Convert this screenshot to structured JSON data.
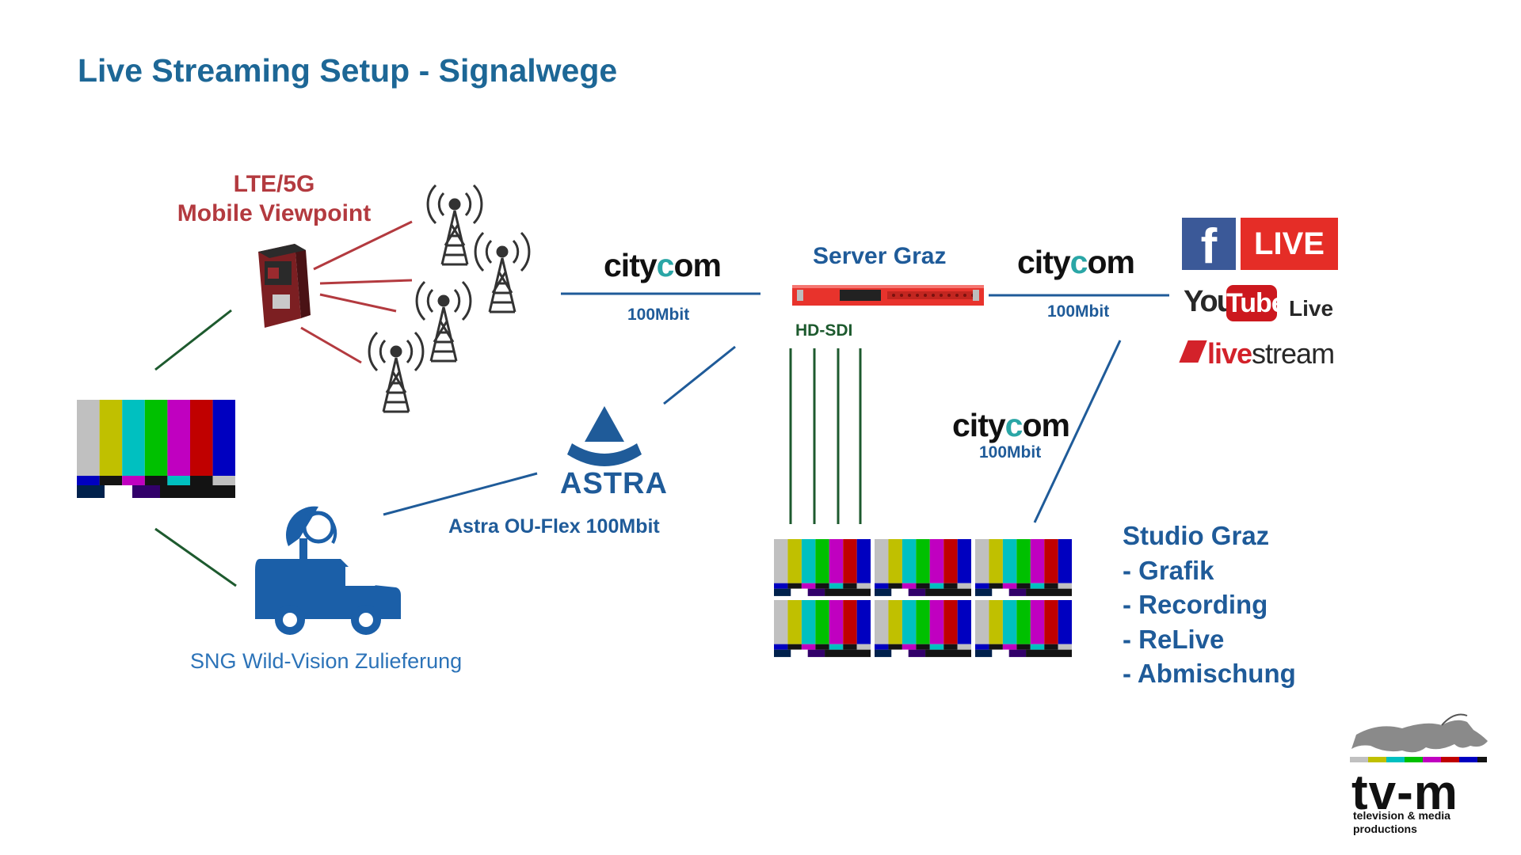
{
  "title": "Live Streaming Setup - Signalwege",
  "mobile": {
    "line1": "LTE/5G",
    "line2": "Mobile Viewpoint"
  },
  "citycom_logo": {
    "part1": "city",
    "part2": "c",
    "part3": "om"
  },
  "links": {
    "top_left": "100Mbit",
    "top_right": "100Mbit",
    "right_diag": "100Mbit"
  },
  "server": {
    "name": "Server Graz",
    "output": "HD-SDI"
  },
  "astra": {
    "logo_text": "ASTRA",
    "link_label": "Astra OU-Flex 100Mbit"
  },
  "sng": {
    "label": "SNG Wild-Vision Zulieferung"
  },
  "studio": {
    "title": "Studio Graz",
    "items": [
      "- Grafik",
      "- Recording",
      "- ReLive",
      "- Abmischung"
    ]
  },
  "platforms": {
    "facebook_letter": "f",
    "facebook_live": "LIVE",
    "youtube_you": "You",
    "youtube_tube": "Tube",
    "youtube_live": "Live",
    "livestream_live": "live",
    "livestream_stream": "stream"
  },
  "brand": {
    "name": "tv-m",
    "tagline": "television & media productions"
  },
  "colors": {
    "title": "#1d6796",
    "mobile_text": "#b33a3f",
    "blue_text": "#1f5b99",
    "green_link": "#1d5a2e",
    "red_link": "#b33a3f",
    "blue_link": "#1f5b99",
    "server_red": "#e8332c",
    "van_blue": "#1b5fa8"
  },
  "icons": [
    "tower-icon",
    "sng-van-icon",
    "satellite-dish-icon",
    "astra-logo-icon",
    "color-bars-icon",
    "lte-backpack-icon",
    "rack-server-icon",
    "horse-logo-icon"
  ]
}
